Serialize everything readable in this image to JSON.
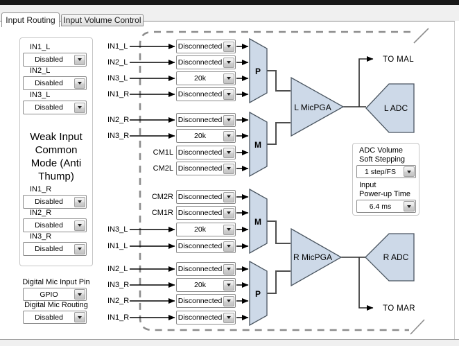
{
  "tabs": [
    {
      "label": "Input Routing",
      "active": true
    },
    {
      "label": "Input Volume Control",
      "active": false
    }
  ],
  "left_panel": {
    "weak_input_note": "Weak Input Common Mode (Anti Thump)",
    "left_inputs": [
      {
        "label": "IN1_L",
        "value": "Disabled"
      },
      {
        "label": "IN2_L",
        "value": "Disabled"
      },
      {
        "label": "IN3_L",
        "value": "Disabled"
      }
    ],
    "right_inputs": [
      {
        "label": "IN1_R",
        "value": "Disabled"
      },
      {
        "label": "IN2_R",
        "value": "Disabled"
      },
      {
        "label": "IN3_R",
        "value": "Disabled"
      }
    ],
    "digital_mic_pin_label": "Digital Mic Input Pin",
    "digital_mic_pin_value": "GPIO",
    "digital_mic_routing_label": "Digital Mic Routing",
    "digital_mic_routing_value": "Disabled"
  },
  "diagram": {
    "rows": [
      {
        "label": "IN1_L",
        "value": "Disconnected"
      },
      {
        "label": "IN2_L",
        "value": "Disconnected"
      },
      {
        "label": "IN3_L",
        "value": "20k"
      },
      {
        "label": "IN1_R",
        "value": "Disconnected"
      },
      {
        "label": "IN2_R",
        "value": "Disconnected"
      },
      {
        "label": "IN3_R",
        "value": "20k"
      },
      {
        "label": "CM1L",
        "value": "Disconnected"
      },
      {
        "label": "CM2L",
        "value": "Disconnected"
      },
      {
        "label": "CM2R",
        "value": "Disconnected"
      },
      {
        "label": "CM1R",
        "value": "Disconnected"
      },
      {
        "label": "IN3_L",
        "value": "20k"
      },
      {
        "label": "IN1_L",
        "value": "Disconnected"
      },
      {
        "label": "IN2_L",
        "value": "Disconnected"
      },
      {
        "label": "IN3_R",
        "value": "20k"
      },
      {
        "label": "IN2_R",
        "value": "Disconnected"
      },
      {
        "label": "IN1_R",
        "value": "Disconnected"
      }
    ],
    "mux_labels": {
      "p_top": "P",
      "m_top": "M",
      "m_bottom": "M",
      "p_bottom": "P"
    },
    "pga": {
      "left": "L MicPGA",
      "right": "R MicPGA"
    },
    "adc": {
      "left": "L ADC",
      "right": "R ADC"
    },
    "outputs": {
      "left": "TO MAL",
      "right": "TO MAR"
    }
  },
  "adc_volume_box": {
    "soft_stepping_label_1": "ADC Volume",
    "soft_stepping_label_2": "Soft Stepping",
    "soft_stepping_value": "1 step/FS",
    "powerup_label_1": "Input",
    "powerup_label_2": "Power-up Time",
    "powerup_value": "6.4 ms"
  },
  "colors": {
    "shape_fill": "#cdd9e8",
    "shape_stroke": "#4a5560",
    "dashed_border": "#8c8c8c",
    "titlebar": "#181818"
  }
}
